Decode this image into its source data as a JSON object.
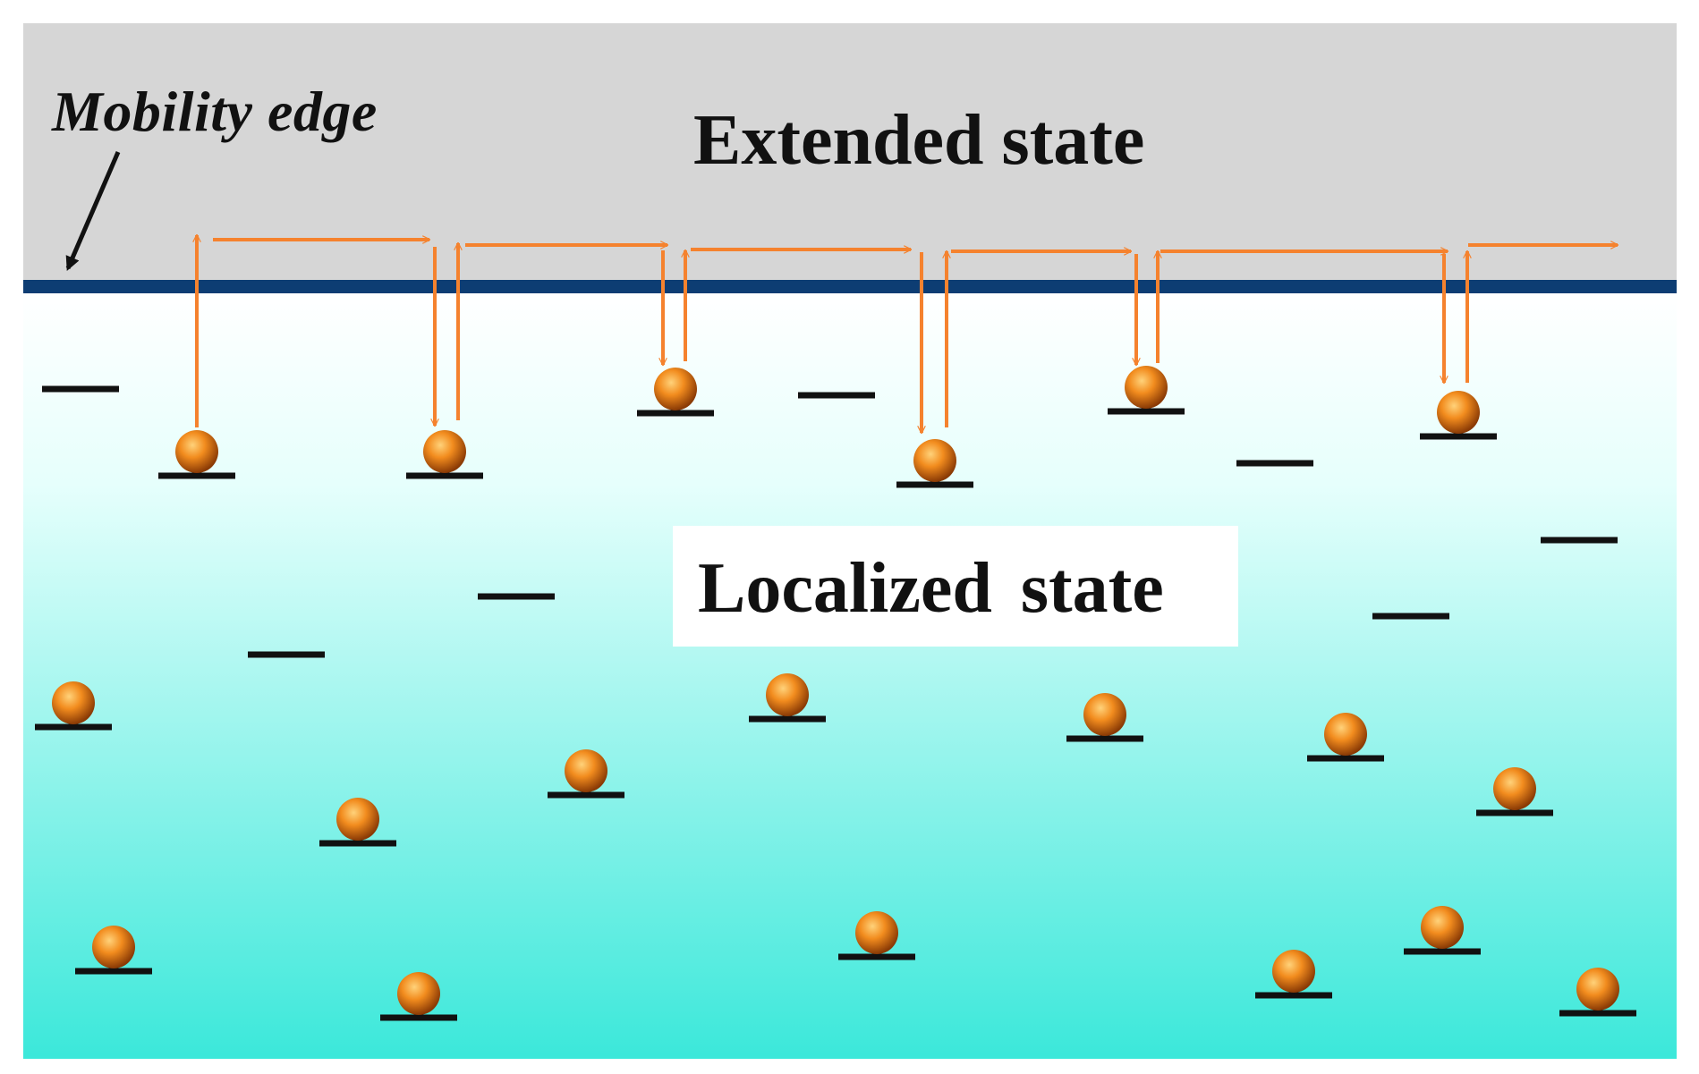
{
  "labels": {
    "mobility_edge": "Mobility edge",
    "extended_state": "Extended state",
    "localized_state": "Localized state"
  },
  "colors": {
    "extended_region": "#d6d6d6",
    "mobility_edge_line": "#0d3d73",
    "localized_gradient_top": "#ffffff",
    "localized_gradient_bottom": "#3be8da",
    "arrow": "#f5822e",
    "particle": "#f28c1e",
    "trap_level": "#111111"
  },
  "icons": {
    "particle": "orange-sphere-icon",
    "edge_pointer": "arrow-icon"
  }
}
